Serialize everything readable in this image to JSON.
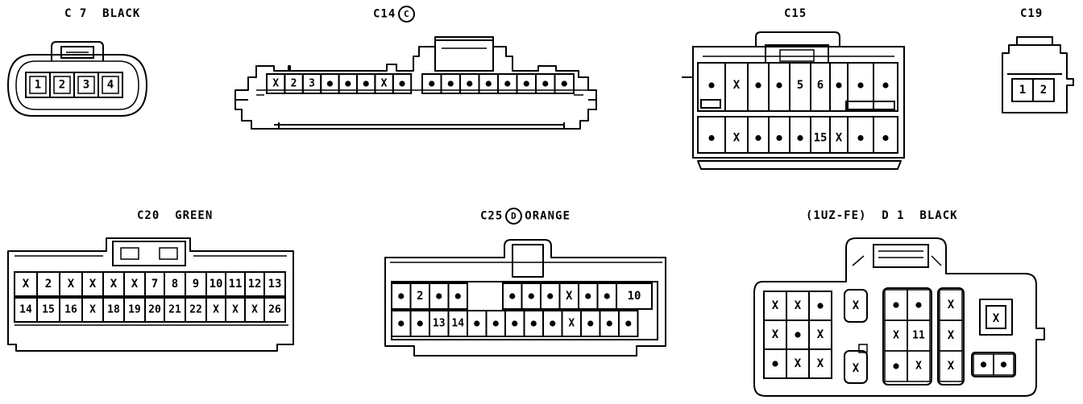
{
  "titles": {
    "c7": "C 7  BLACK",
    "c14_prefix": "C14",
    "c14_circle": "C",
    "c15": "C15",
    "c19": "C19",
    "c20": "C20  GREEN",
    "c25_prefix": "C25",
    "c25_circle": "D",
    "c25_suffix": "ORANGE",
    "d1": "(1UZ-FE)  D 1  BLACK"
  },
  "symbols": {
    "x": "X"
  },
  "connectors": {
    "c7": {
      "pins": [
        "1",
        "2",
        "3",
        "4"
      ]
    },
    "c14": {
      "left": [
        "X",
        "2",
        "3",
        "•",
        "•",
        "•",
        "X",
        "•"
      ],
      "right": [
        "•",
        "•",
        "•",
        "•",
        "•",
        "•",
        "•",
        "•"
      ]
    },
    "c15": {
      "top": [
        "•",
        "X",
        "•",
        "•",
        "5",
        "6",
        "•",
        "•",
        "•"
      ],
      "bottom": [
        "•",
        "X",
        "•",
        "•",
        "•",
        "15",
        "X",
        "•",
        "•"
      ]
    },
    "c19": {
      "pins": [
        "1",
        "2"
      ]
    },
    "c20": {
      "row1": [
        "X",
        "2",
        "X",
        "X",
        "X",
        "X",
        "7",
        "8",
        "9",
        "10",
        "11",
        "12",
        "13"
      ],
      "row2": [
        "14",
        "15",
        "16",
        "X",
        "18",
        "19",
        "20",
        "21",
        "22",
        "X",
        "X",
        "X",
        "26"
      ]
    },
    "c25": {
      "row1": [
        "•",
        "2",
        "•",
        "•",
        "•",
        "•",
        "•",
        "X",
        "•",
        "•",
        "10"
      ],
      "row2": [
        "•",
        "•",
        "13",
        "14",
        "•",
        "•",
        "•",
        "•",
        "•",
        "X",
        "•",
        "•",
        "•"
      ]
    },
    "d1": {
      "left": [
        [
          "X",
          "X",
          "•"
        ],
        [
          "X",
          "•",
          "X"
        ],
        [
          "•",
          "X",
          "X"
        ]
      ],
      "single_top": "X",
      "single_bottom": "X",
      "mid": [
        [
          "•",
          "•"
        ],
        [
          "X",
          "11"
        ],
        [
          "•",
          "X"
        ]
      ],
      "right_col": [
        "X",
        "X",
        "X"
      ],
      "right_box": "X",
      "bottom_pair": [
        "•",
        "•"
      ]
    }
  }
}
